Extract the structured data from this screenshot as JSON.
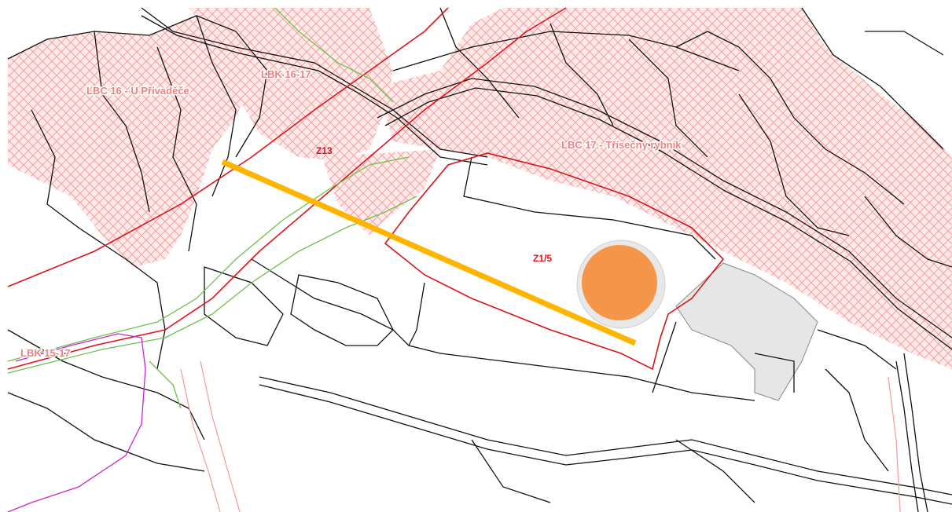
{
  "map": {
    "labels": {
      "lbc16": "LBC 16 - U Přivaděče",
      "lbk1617": "LBK 16-17",
      "z13": "Z13",
      "lbc17": "LBC 17 - Třísečný rybník",
      "z15": "Z1/5",
      "lbk1517": "LBK 15-17"
    },
    "colors": {
      "biocorridor_hatch": "#f4a0a0",
      "zone_outline": "#d7141a",
      "road_line": "#e0141e",
      "green_line": "#6cc04a",
      "magenta_line": "#cc22cc",
      "marker_line": "#ffb400",
      "marker_circle": "#f5954a"
    }
  }
}
